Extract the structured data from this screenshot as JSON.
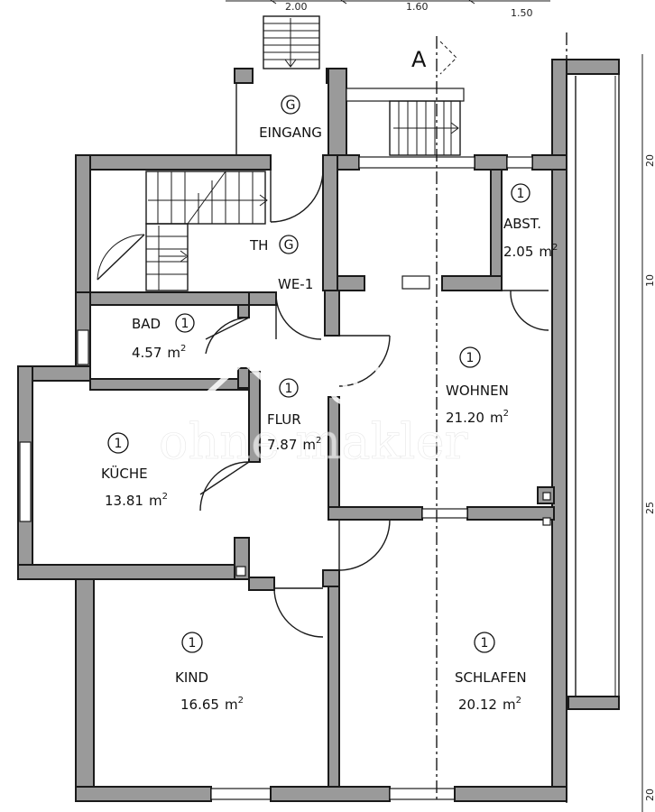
{
  "dimensions_top": [
    "2.00",
    "1.60",
    "1.50"
  ],
  "dimensions_right": [
    "20",
    "10",
    "25",
    "20"
  ],
  "section_marker": "A",
  "watermark": "ohne makler",
  "rooms": {
    "eingang": {
      "badge": "G",
      "name": "EINGANG"
    },
    "th": {
      "name": "TH",
      "badge": "G"
    },
    "we": {
      "name": "WE-1"
    },
    "abst": {
      "badge": "1",
      "name": "ABST.",
      "area": "2.05",
      "unit": "m",
      "unit_exp": "2"
    },
    "bad": {
      "name": "BAD",
      "badge": "1",
      "area": "4.57",
      "unit": "m",
      "unit_exp": "2"
    },
    "wohnen": {
      "badge": "1",
      "name": "WOHNEN",
      "area": "21.20",
      "unit": "m",
      "unit_exp": "2"
    },
    "flur": {
      "badge": "1",
      "name": "FLUR",
      "area": "7.87",
      "unit": "m",
      "unit_exp": "2"
    },
    "kueche": {
      "badge": "1",
      "name": "KÜCHE",
      "area": "13.81",
      "unit": "m",
      "unit_exp": "2"
    },
    "kind": {
      "badge": "1",
      "name": "KIND",
      "area": "16.65",
      "unit": "m",
      "unit_exp": "2"
    },
    "schlafen": {
      "badge": "1",
      "name": "SCHLAFEN",
      "area": "20.12",
      "unit": "m",
      "unit_exp": "2"
    }
  },
  "colors": {
    "wall": "#9a9a9a",
    "line": "#1a1a1a",
    "background": "#ffffff"
  }
}
